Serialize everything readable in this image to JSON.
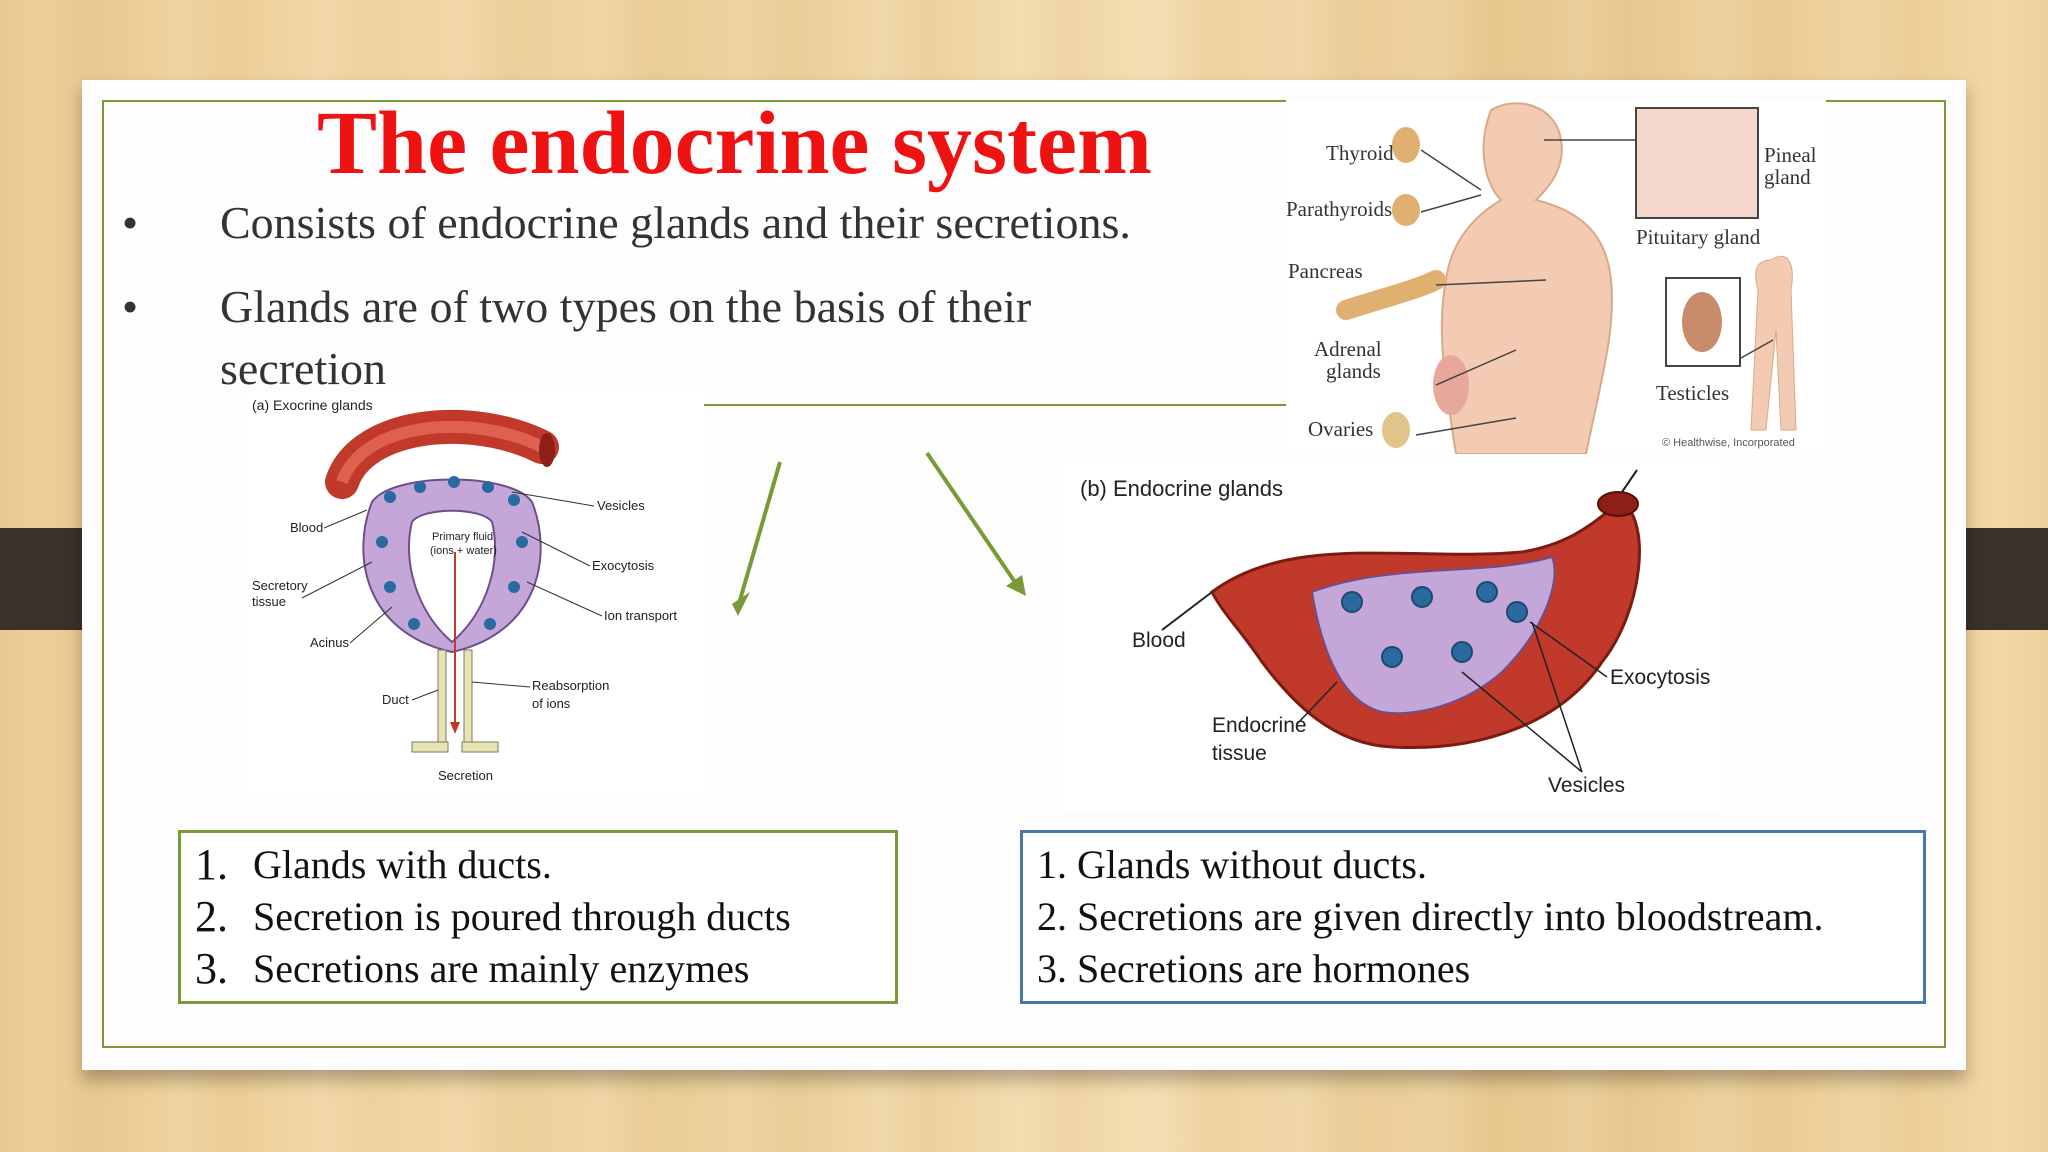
{
  "slide": {
    "title": "The endocrine system",
    "bullets": [
      "Consists of endocrine glands and their secretions.",
      "Glands are of two types on the basis of their secretion"
    ],
    "bullet_symbol": "•",
    "title_color": "#ee1212",
    "frame_color": "#7a9a38"
  },
  "exocrine_figure": {
    "heading": "(a) Exocrine glands",
    "labels": {
      "blood": "Blood",
      "vesicles": "Vesicles",
      "primary_fluid": "Primary fluid",
      "ions_water": "(ions + water)",
      "exocytosis": "Exocytosis",
      "secretory_tissue_1": "Secretory",
      "secretory_tissue_2": "tissue",
      "ion_transport": "Ion transport",
      "acinus": "Acinus",
      "reabsorption_1": "Reabsorption",
      "reabsorption_2": "of ions",
      "duct": "Duct",
      "secretion": "Secretion"
    }
  },
  "endocrine_figure": {
    "heading": "(b) Endocrine glands",
    "labels": {
      "blood": "Blood",
      "exocytosis": "Exocytosis",
      "endocrine_tissue_1": "Endocrine",
      "endocrine_tissue_2": "tissue",
      "vesicles": "Vesicles"
    }
  },
  "body_figure": {
    "labels": {
      "thyroid": "Thyroid",
      "parathyroids": "Parathyroids",
      "pancreas": "Pancreas",
      "adrenal_1": "Adrenal",
      "adrenal_2": "glands",
      "ovaries": "Ovaries",
      "pineal_1": "Pineal",
      "pineal_2": "gland",
      "pituitary": "Pituitary gland",
      "testicles": "Testicles",
      "credit": "© Healthwise, Incorporated"
    }
  },
  "exocrine_box": {
    "items": [
      {
        "num": "1.",
        "text": "Glands with ducts."
      },
      {
        "num": "2.",
        "text": "Secretion is poured through ducts"
      },
      {
        "num": "3.",
        "text": "Secretions are mainly enzymes"
      }
    ],
    "border_color": "#7a9a38"
  },
  "endocrine_box": {
    "items": [
      {
        "num": "1.",
        "text": "Glands without ducts."
      },
      {
        "num": "2.",
        "text": "Secretions are given directly into bloodstream."
      },
      {
        "num": "3.",
        "text": "Secretions are hormones"
      }
    ],
    "border_color": "#4a76a8"
  }
}
